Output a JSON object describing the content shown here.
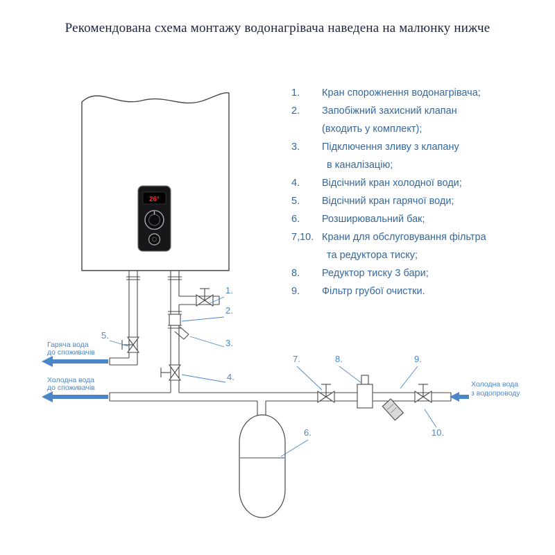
{
  "title": "Рекомендована схема монтажу водонагрівача наведена на малюнку нижче",
  "legend": {
    "items": [
      {
        "num": "1.",
        "text": "Кран спорожнення водонагрівача;"
      },
      {
        "num": "2.",
        "text": "Запобіжний захисний клапан"
      },
      {
        "num": "",
        "text": "(входить у комплект);"
      },
      {
        "num": "3.",
        "text": "Підключення зливу з клапану"
      },
      {
        "num": "",
        "text": "в каналізацію;"
      },
      {
        "num": "4.",
        "text": "Відсічний кран холодної води;"
      },
      {
        "num": "5.",
        "text": "Відсічний кран гарячої води;"
      },
      {
        "num": "6.",
        "text": "Розширювальний бак;"
      },
      {
        "num": "7,10.",
        "text": "Крани для обслуговування фільтра"
      },
      {
        "num": "",
        "text": "та редуктора тиску;"
      },
      {
        "num": "8.",
        "text": "Редуктор тиску 3 бари;"
      },
      {
        "num": "9.",
        "text": "Фільтр грубої очистки."
      }
    ]
  },
  "heater": {
    "display_temp": "26°"
  },
  "diagram": {
    "labels": {
      "hot_out_line1": "Гаряча вода",
      "hot_out_line2": "до споживачів",
      "cold_out_line1": "Холодна вода",
      "cold_out_line2": "до споживачів",
      "cold_in_line1": "Холодна вода",
      "cold_in_line2": "з водопроводу"
    },
    "callouts": {
      "c1": "1.",
      "c2": "2.",
      "c3": "3.",
      "c4": "4.",
      "c5": "5.",
      "c6": "6.",
      "c7": "7.",
      "c8": "8.",
      "c9": "9.",
      "c10": "10."
    }
  },
  "colors": {
    "title_text": "#1a2340",
    "legend_text": "#35689c",
    "callout_blue": "#4a86c8",
    "line_gray": "#464646",
    "display_red": "#ff2a2a"
  }
}
